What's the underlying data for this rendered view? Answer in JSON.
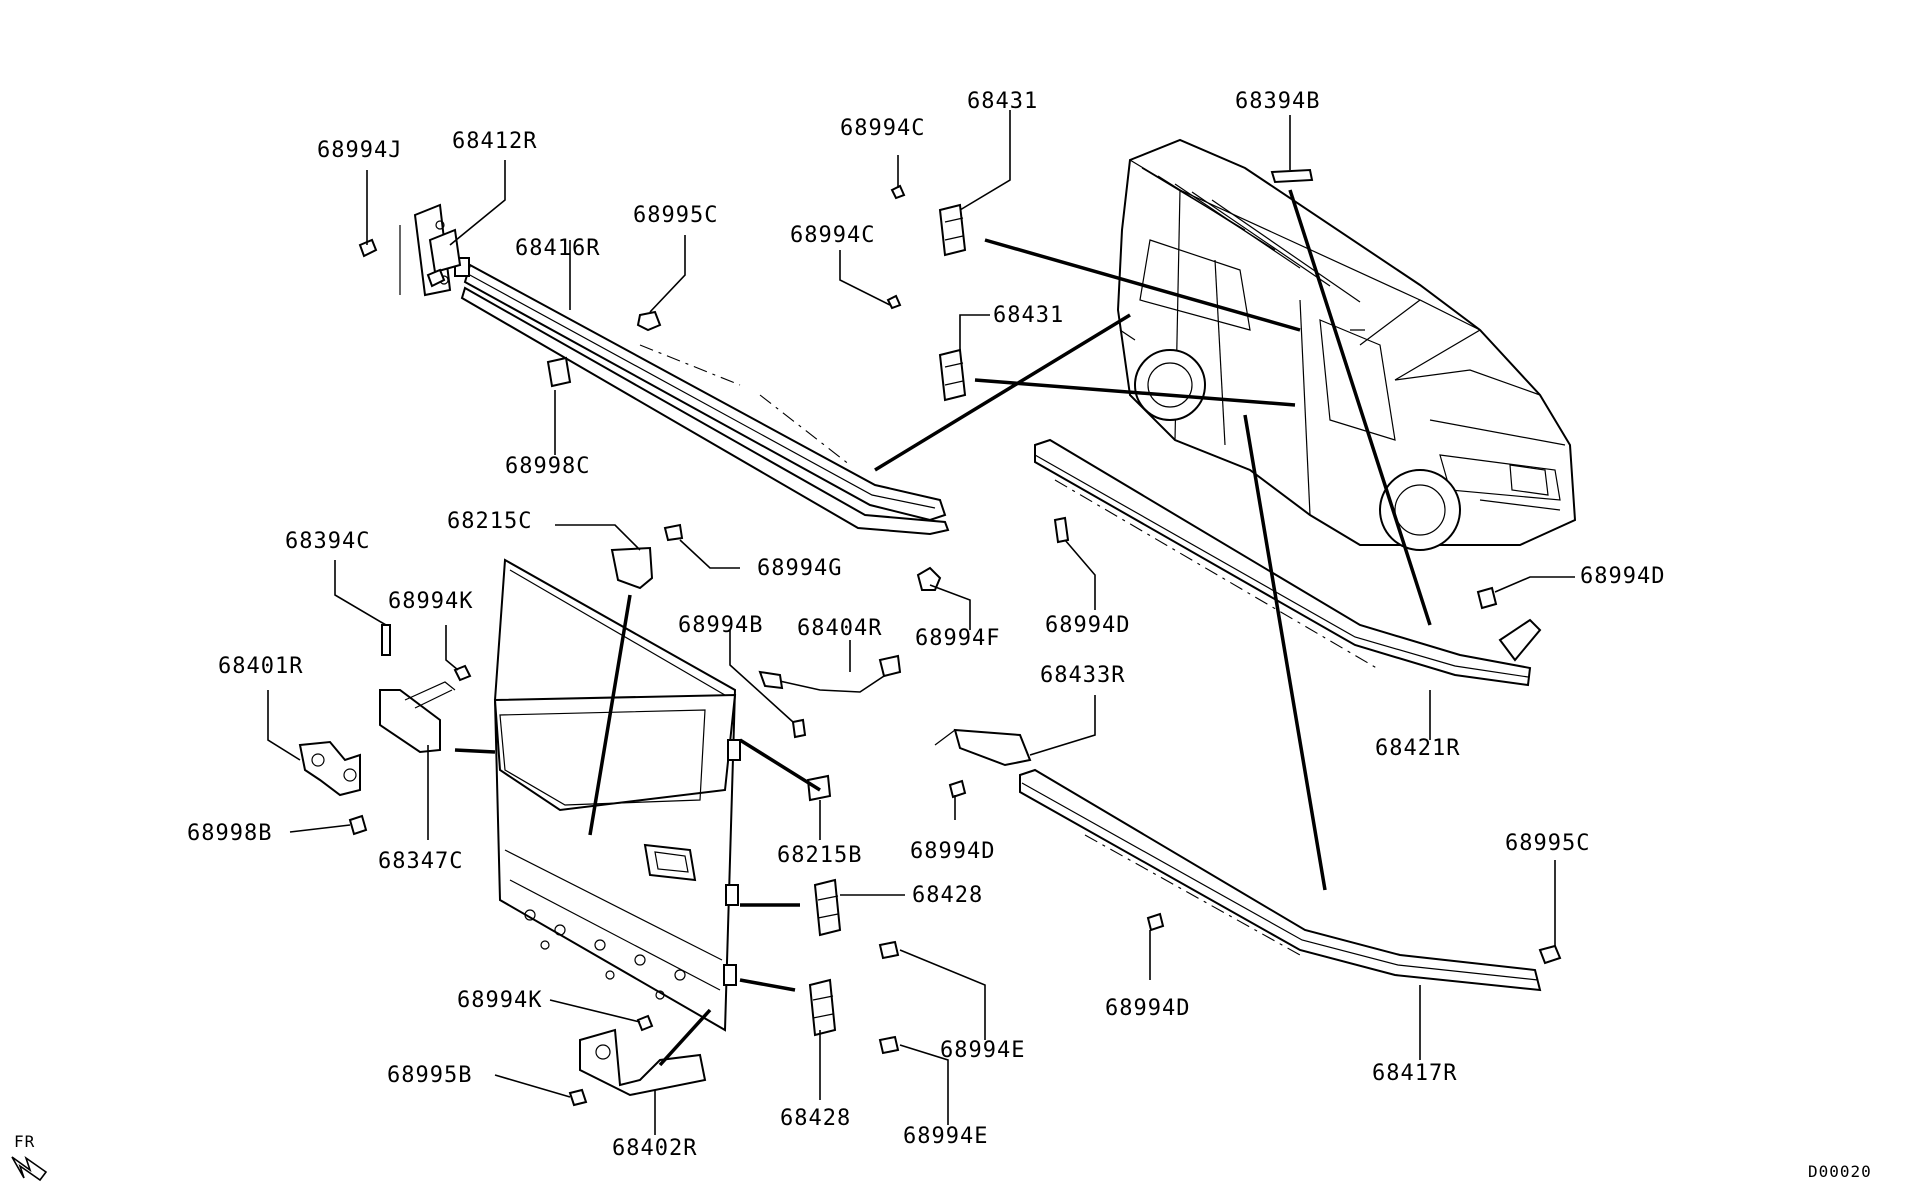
{
  "diagram": {
    "callouts": [
      {
        "id": "c1",
        "text": "68994J"
      },
      {
        "id": "c2",
        "text": "68412R"
      },
      {
        "id": "c3",
        "text": "68416R"
      },
      {
        "id": "c4",
        "text": "68995C"
      },
      {
        "id": "c5",
        "text": "68998C"
      },
      {
        "id": "c6",
        "text": "68994C"
      },
      {
        "id": "c7",
        "text": "68431"
      },
      {
        "id": "c8",
        "text": "68994C"
      },
      {
        "id": "c9",
        "text": "68431"
      },
      {
        "id": "c10",
        "text": "68394B"
      },
      {
        "id": "c11",
        "text": "68215C"
      },
      {
        "id": "c12",
        "text": "68994G"
      },
      {
        "id": "c13",
        "text": "68994F"
      },
      {
        "id": "c14",
        "text": "68994D"
      },
      {
        "id": "c15",
        "text": "68994D"
      },
      {
        "id": "c16",
        "text": "68394C"
      },
      {
        "id": "c17",
        "text": "68994K"
      },
      {
        "id": "c18",
        "text": "68401R"
      },
      {
        "id": "c19",
        "text": "68994B"
      },
      {
        "id": "c20",
        "text": "68404R"
      },
      {
        "id": "c21",
        "text": "68433R"
      },
      {
        "id": "c22",
        "text": "68421R"
      },
      {
        "id": "c23",
        "text": "68998B"
      },
      {
        "id": "c24",
        "text": "68347C"
      },
      {
        "id": "c25",
        "text": "68215B"
      },
      {
        "id": "c26",
        "text": "68994D"
      },
      {
        "id": "c27",
        "text": "68995C"
      },
      {
        "id": "c28",
        "text": "68428"
      },
      {
        "id": "c29",
        "text": "68994D"
      },
      {
        "id": "c30",
        "text": "68994K"
      },
      {
        "id": "c31",
        "text": "68994E"
      },
      {
        "id": "c32",
        "text": "68995B"
      },
      {
        "id": "c33",
        "text": "68417R"
      },
      {
        "id": "c34",
        "text": "68428"
      },
      {
        "id": "c35",
        "text": "68994E"
      },
      {
        "id": "c36",
        "text": "68402R"
      }
    ],
    "orientation_label": "FR",
    "drawing_code": "D00020"
  }
}
